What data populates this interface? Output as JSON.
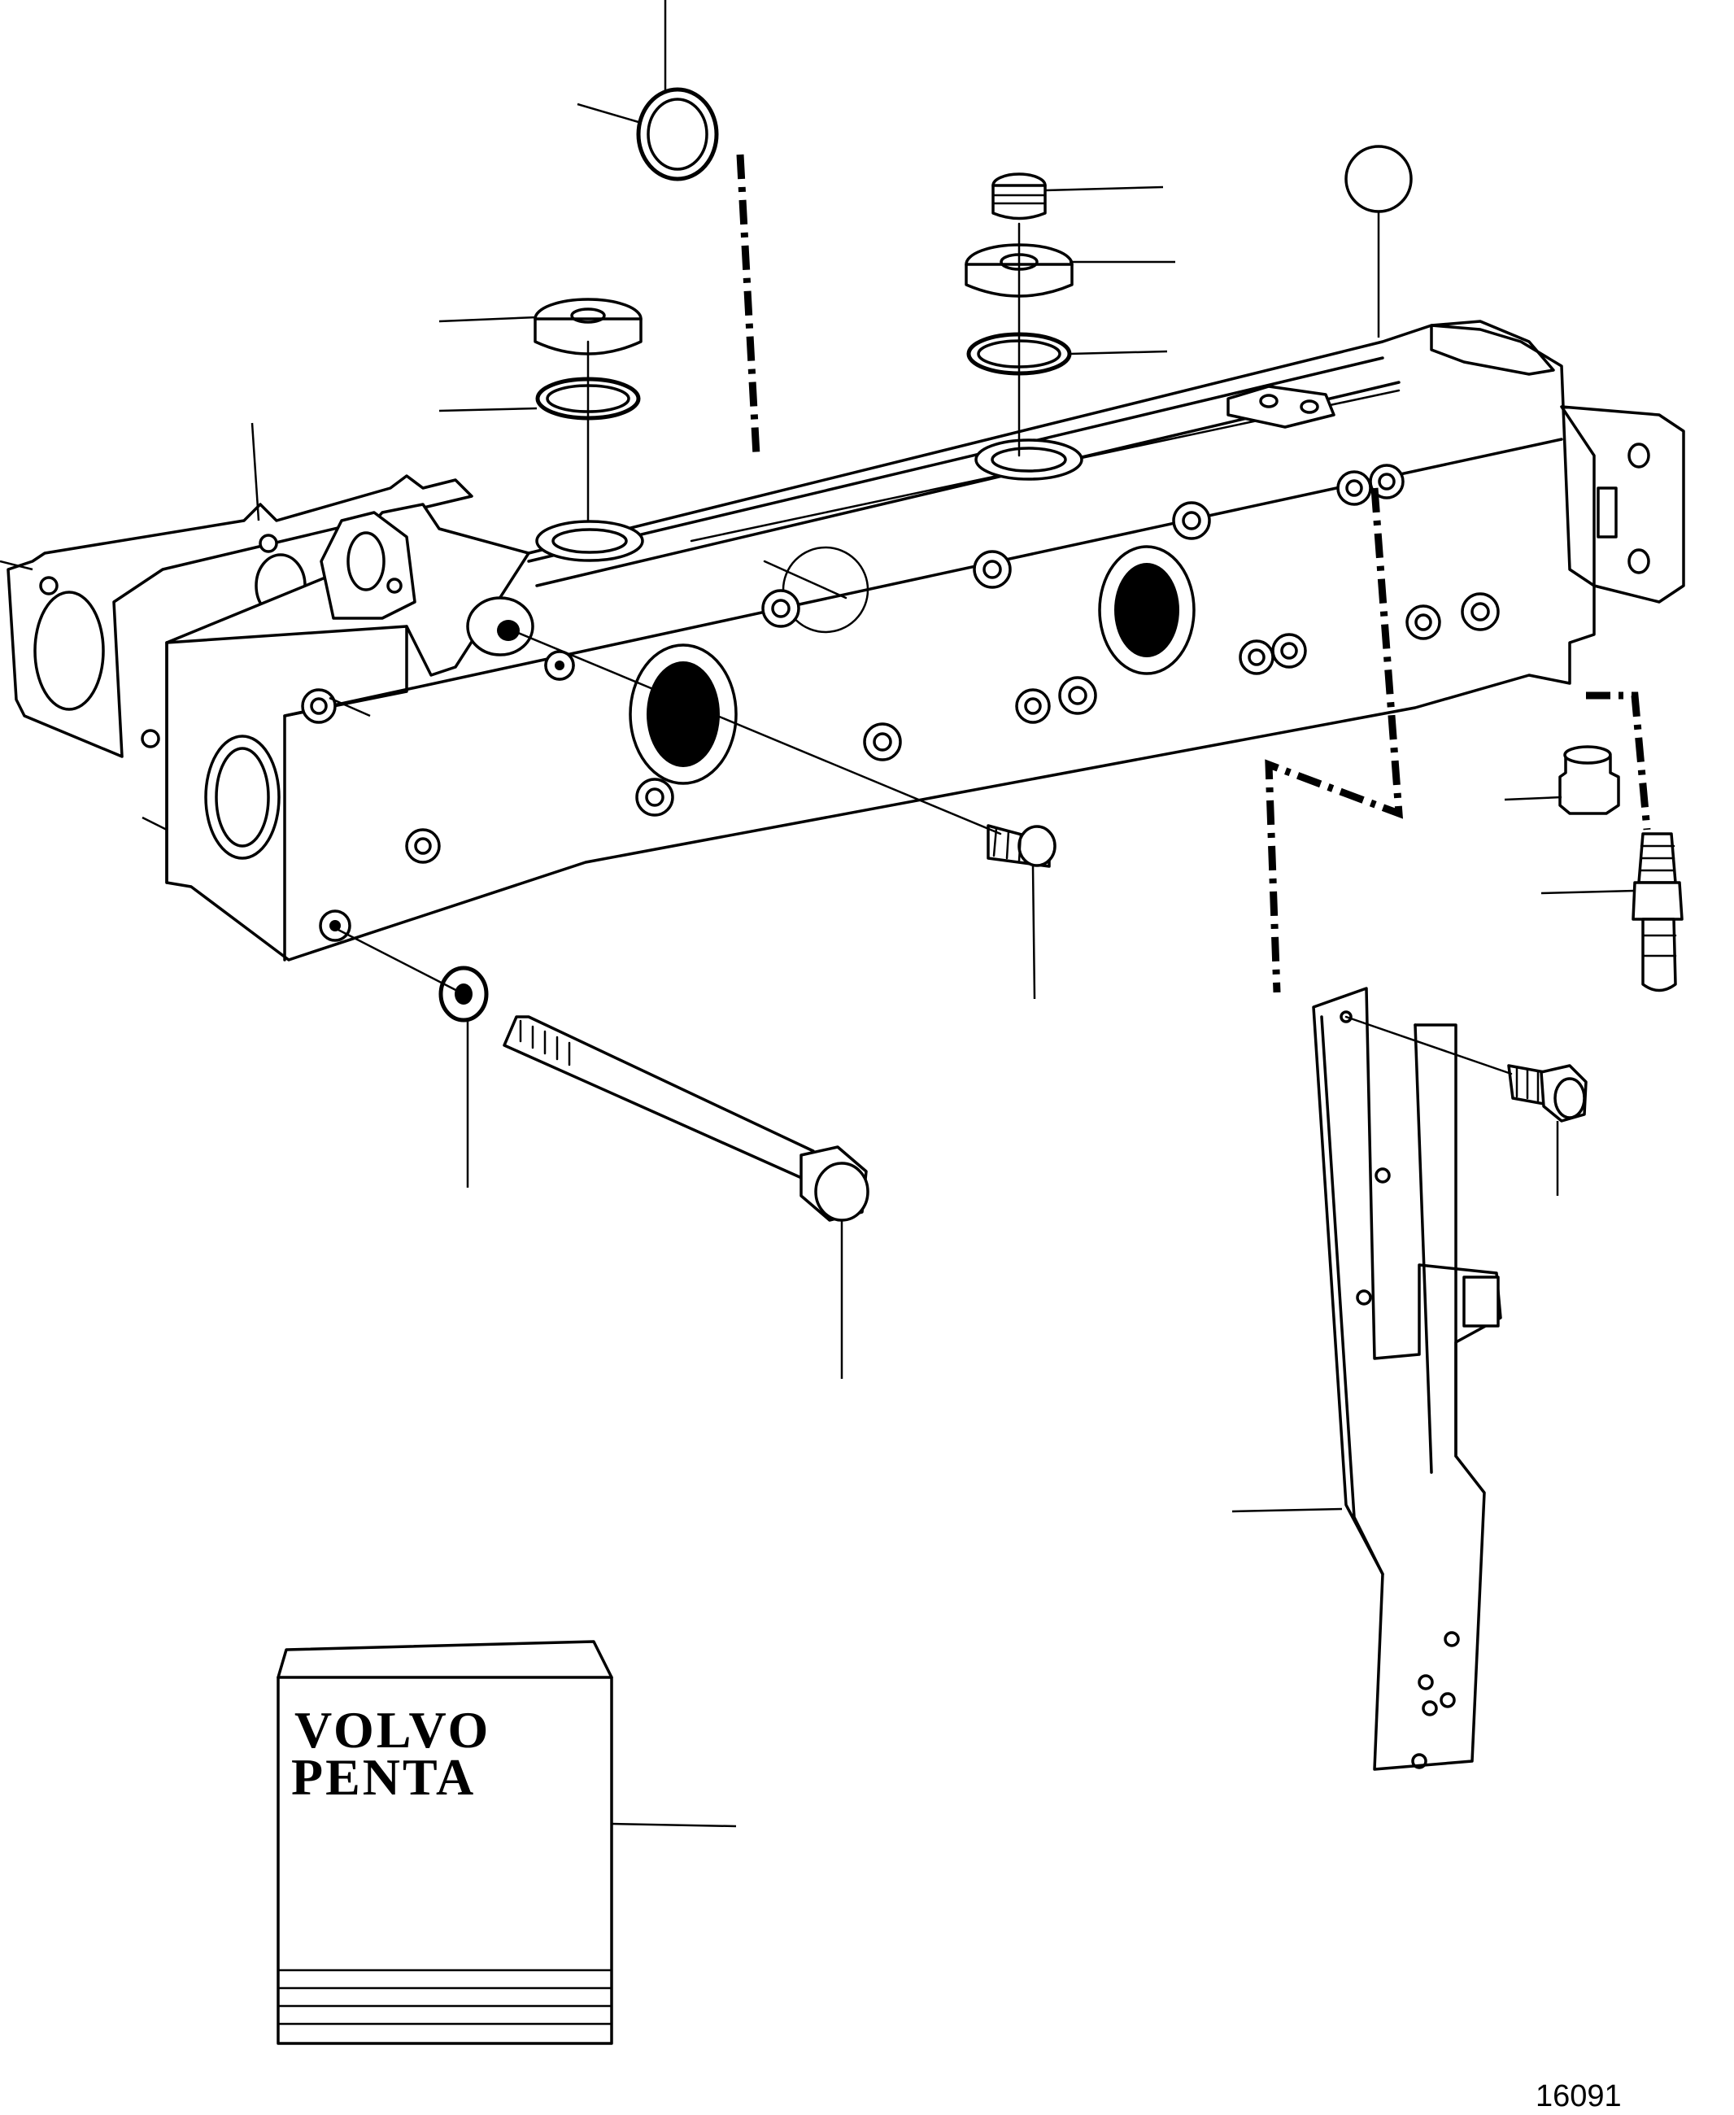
{
  "drawing": {
    "number": "16091",
    "brand_lines": [
      "VOLVO",
      "PENTA"
    ]
  },
  "colors": {
    "ink": "#000000",
    "paper": "#ffffff"
  }
}
